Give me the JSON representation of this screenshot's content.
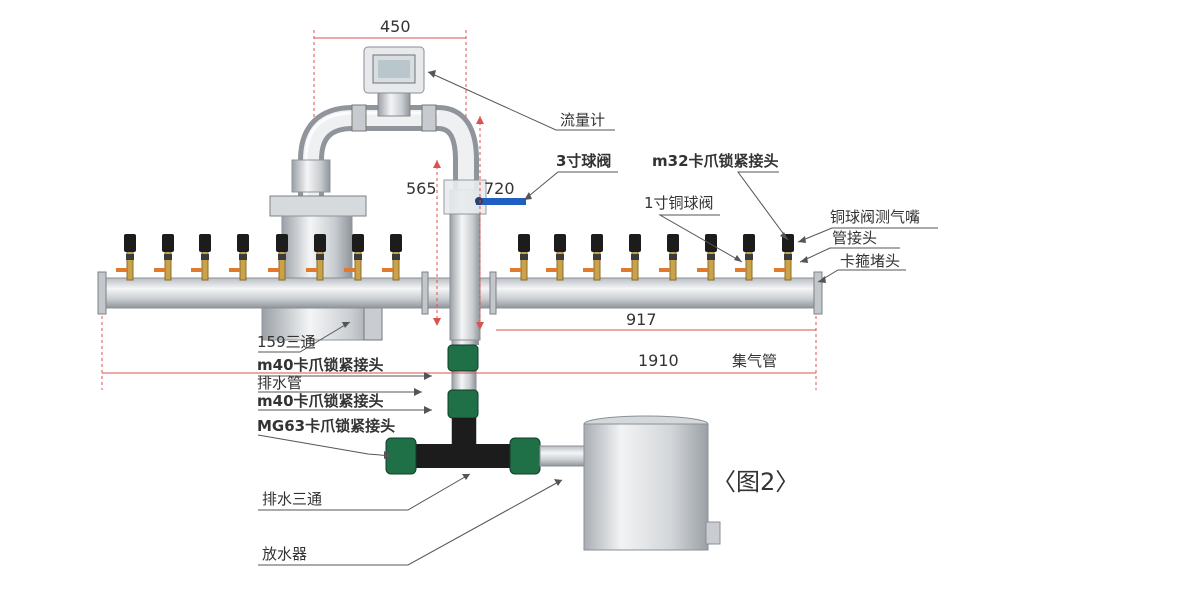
{
  "figure_label": "〈图2〉",
  "colors": {
    "steel_light": "#e6e8ea",
    "steel_dark": "#8f959b",
    "dimension_line": "#d9534f",
    "leader_line": "#555555",
    "fitting_green": "#1f6f47",
    "fitting_black": "#1c1c1c",
    "valve_blue": "#1f5fbf",
    "connector_orange": "#e07a2e"
  },
  "dimensions": {
    "width_top": "450",
    "left_height": "565",
    "right_height": "720",
    "right_span": "917",
    "total_span": "1910"
  },
  "labels": {
    "flowmeter": "流量计",
    "ball_valve_3": "3寸球阀",
    "clamp_m32": "m32卡爪锁紧接头",
    "copper_ball_valve_1": "1寸铜球阀",
    "copper_valve_gas_nozzle": "铜球阀测气嘴",
    "pipe_joint": "管接头",
    "clamp_plug": "卡箍堵头",
    "tee_159": "159三通",
    "clamp_m40_a": "m40卡爪锁紧接头",
    "drain_pipe": "排水管",
    "clamp_m40_b": "m40卡爪锁紧接头",
    "clamp_mg63": "MG63卡爪锁紧接头",
    "gas_header": "集气管",
    "drain_tee": "排水三通",
    "water_release": "放水器"
  }
}
